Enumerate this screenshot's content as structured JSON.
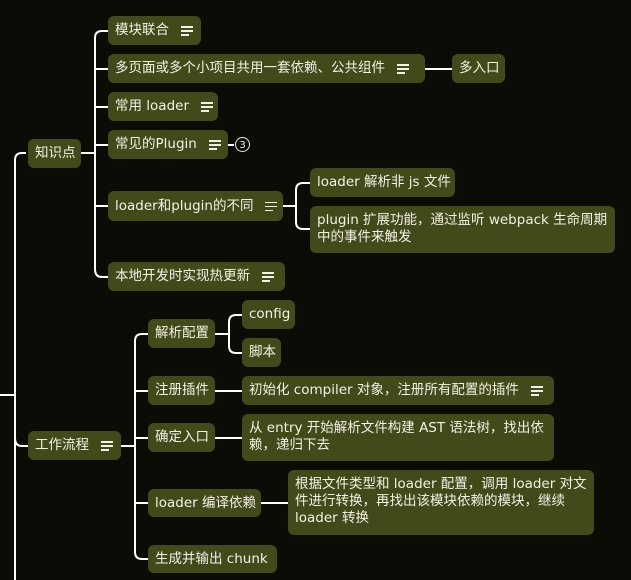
{
  "colors": {
    "background": "#0b0c06",
    "node": "#434a1a",
    "text": "#f1f1e6",
    "line": "#ffffff"
  },
  "branches": [
    {
      "label": "知识点",
      "children": [
        {
          "label": "模块联合",
          "has_note": true
        },
        {
          "label": "多页面或多个小项目共用一套依赖、公共组件",
          "has_note": true,
          "children": [
            {
              "label": "多入口"
            }
          ]
        },
        {
          "label": "常用 loader",
          "has_note": true
        },
        {
          "label": "常见的Plugin",
          "has_note": true,
          "collapsed_count": "3"
        },
        {
          "label": "loader和plugin的不同",
          "has_note": true,
          "children": [
            {
              "label": "loader 解析非 js 文件"
            },
            {
              "label": "plugin 扩展功能，通过监听 webpack 生命周期中的事件来触发"
            }
          ]
        },
        {
          "label": "本地开发时实现热更新",
          "has_note": true
        }
      ]
    },
    {
      "label": "工作流程",
      "has_note": true,
      "children": [
        {
          "label": "解析配置",
          "children": [
            {
              "label": "config"
            },
            {
              "label": "脚本"
            }
          ]
        },
        {
          "label": "注册插件",
          "children": [
            {
              "label": "初始化 compiler 对象，注册所有配置的插件",
              "has_note": true
            }
          ]
        },
        {
          "label": "确定入口",
          "children": [
            {
              "label": "从 entry 开始解析文件构建 AST 语法树，找出依赖，递归下去"
            }
          ]
        },
        {
          "label": "loader 编译依赖",
          "children": [
            {
              "label": "根据文件类型和 loader 配置，调用 loader 对文件进行转换，再找出该模块依赖的模块，继续 loader 转换"
            }
          ]
        },
        {
          "label": "生成并输出 chunk"
        }
      ]
    }
  ]
}
